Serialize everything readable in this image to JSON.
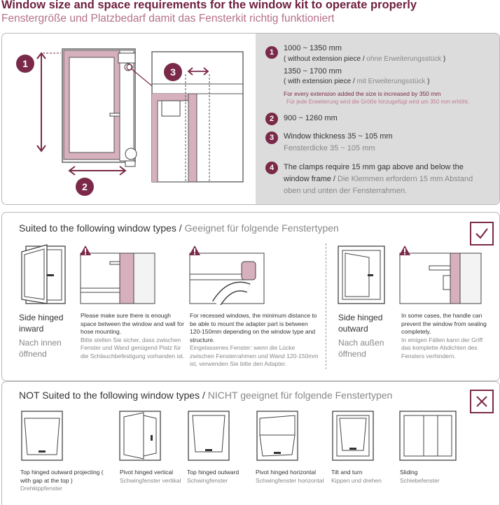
{
  "header": {
    "title_en": "Window size and space requirements for the window kit to operate properly",
    "title_de": "Fenstergröße und Platzbedarf damit das Fensterkit richtig funktioniert"
  },
  "colors": {
    "accent": "#7a2a48",
    "pink": "#c07a93",
    "grey_panel": "#dcdcdc"
  },
  "diagram": {
    "badge1": "1",
    "badge2": "2",
    "badge3": "3"
  },
  "specs": {
    "n1": "1",
    "n2": "2",
    "n3": "3",
    "n4": "4",
    "s1_range_a": "1000 ~ 1350 mm",
    "s1_without_en": "( without extension piece / ",
    "s1_without_de": "ohne Erweiterungsstück",
    "s1_without_end": " )",
    "s1_range_b": "1350 ~ 1700 mm",
    "s1_with_en": "( with extension piece",
    "s1_with_sep": " / ",
    "s1_with_de": "mit Erweiterungsstück",
    "s1_with_end": " )",
    "note_en": "For every extension added the size is increased by 350 mm",
    "note_de": "Für jede Erweiterung wird die Größe hinzugefügt wird um 350 mm erhöht.",
    "s2": "900 ~ 1260 mm",
    "s3_en": "Window thickness 35 ~ 105 mm",
    "s3_de": "Fensterdicke 35 ~ 105 mm",
    "s4_en": "The clamps require 15 mm gap above and below the window frame / ",
    "s4_de": "Die Klemmen erfordern 15 mm Abstand oben und unten der Fensterrahmen."
  },
  "suited": {
    "heading_en": "Suited to the following window types / ",
    "heading_de": "Geeignet für folgende Fenstertypen",
    "check_icon": "check-icon",
    "inward_en": "Side hinged inward",
    "inward_de": "Nach innen öffnend",
    "note1_en": "Please make sure there is enough space between the window and wall for hose mounting.",
    "note1_de": "Bitte stellen Sie sicher, dass zwischen Fenster und Wand genügend Platz für die Schlauchbefestigung vorhanden ist.",
    "note2_en": "For recessed windows, the minimum distance to be able to mount the adapter part is between 120-150mm depending on the window type and structure.",
    "note2_de": "Eingelassenes Fenster: wenn die Lücke zwischen Fensterrahmen und Wand 120-150mm ist, verwenden Sie bitte den Adapter.",
    "outward_en": "Side hinged outward",
    "outward_de": "Nach außen öffnend",
    "note3_en": "In some cases, the handle can prevent the window from sealing completely.",
    "note3_de": "In einigen Fällen kann der Griff das komplette Abdichten des Fensters verhindern."
  },
  "not_suited": {
    "heading_en": "NOT Suited to the following window types / ",
    "heading_de": "NICHT geeignet für folgende Fenstertypen",
    "types": [
      {
        "en": "Top hinged outward projecting ( with gap at the top )",
        "de": "Drehkippfenster"
      },
      {
        "en": "Pivot hinged vertical",
        "de": "Schwingfenster vertikal"
      },
      {
        "en": "Top hinged outward",
        "de": "Schwingfenster"
      },
      {
        "en": "Pivot hinged horizontal",
        "de": "Schwingfenster horizontal"
      },
      {
        "en": "Tilt and turn",
        "de": "Kippen und drehen"
      },
      {
        "en": "Sliding",
        "de": "Schiebefenster"
      }
    ]
  }
}
